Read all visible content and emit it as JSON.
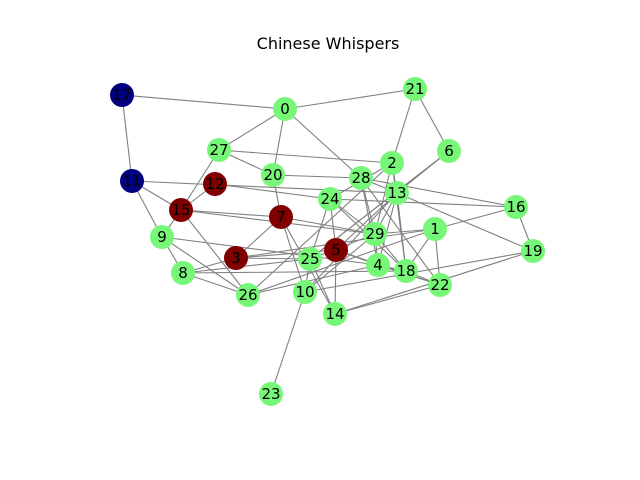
{
  "title": "Chinese Whispers",
  "colors": {
    "green": "#77f777",
    "darkred": "#800000",
    "navy": "#000080",
    "edge": "#808080"
  },
  "nodes": [
    {
      "id": "0",
      "cluster": "green"
    },
    {
      "id": "1",
      "cluster": "green"
    },
    {
      "id": "2",
      "cluster": "green"
    },
    {
      "id": "3",
      "cluster": "darkred"
    },
    {
      "id": "4",
      "cluster": "green"
    },
    {
      "id": "5",
      "cluster": "darkred"
    },
    {
      "id": "6",
      "cluster": "green"
    },
    {
      "id": "7",
      "cluster": "darkred"
    },
    {
      "id": "8",
      "cluster": "green"
    },
    {
      "id": "9",
      "cluster": "green"
    },
    {
      "id": "10",
      "cluster": "green"
    },
    {
      "id": "11",
      "cluster": "navy"
    },
    {
      "id": "12",
      "cluster": "darkred"
    },
    {
      "id": "13",
      "cluster": "green"
    },
    {
      "id": "14",
      "cluster": "green"
    },
    {
      "id": "15",
      "cluster": "darkred"
    },
    {
      "id": "16",
      "cluster": "green"
    },
    {
      "id": "17",
      "cluster": "navy"
    },
    {
      "id": "18",
      "cluster": "green"
    },
    {
      "id": "19",
      "cluster": "green"
    },
    {
      "id": "20",
      "cluster": "green"
    },
    {
      "id": "21",
      "cluster": "green"
    },
    {
      "id": "22",
      "cluster": "green"
    },
    {
      "id": "23",
      "cluster": "green"
    },
    {
      "id": "24",
      "cluster": "green"
    },
    {
      "id": "25",
      "cluster": "green"
    },
    {
      "id": "26",
      "cluster": "green"
    },
    {
      "id": "27",
      "cluster": "green"
    },
    {
      "id": "28",
      "cluster": "green"
    },
    {
      "id": "29",
      "cluster": "green"
    }
  ],
  "edges": [
    [
      "17",
      "0"
    ],
    [
      "17",
      "11"
    ],
    [
      "0",
      "21"
    ],
    [
      "0",
      "27"
    ],
    [
      "0",
      "20"
    ],
    [
      "0",
      "28"
    ],
    [
      "21",
      "2"
    ],
    [
      "21",
      "6"
    ],
    [
      "27",
      "2"
    ],
    [
      "27",
      "20"
    ],
    [
      "27",
      "15"
    ],
    [
      "20",
      "28"
    ],
    [
      "20",
      "7"
    ],
    [
      "12",
      "15"
    ],
    [
      "12",
      "24"
    ],
    [
      "11",
      "9"
    ],
    [
      "11",
      "13"
    ],
    [
      "11",
      "15"
    ],
    [
      "15",
      "9"
    ],
    [
      "15",
      "7"
    ],
    [
      "15",
      "29"
    ],
    [
      "15",
      "26"
    ],
    [
      "9",
      "4"
    ],
    [
      "9",
      "8"
    ],
    [
      "9",
      "26"
    ],
    [
      "7",
      "3"
    ],
    [
      "7",
      "29"
    ],
    [
      "7",
      "10"
    ],
    [
      "7",
      "14"
    ],
    [
      "3",
      "8"
    ],
    [
      "3",
      "5"
    ],
    [
      "3",
      "25"
    ],
    [
      "3",
      "1"
    ],
    [
      "8",
      "26"
    ],
    [
      "8",
      "18"
    ],
    [
      "8",
      "25"
    ],
    [
      "26",
      "4"
    ],
    [
      "26",
      "2"
    ],
    [
      "26",
      "1"
    ],
    [
      "25",
      "24"
    ],
    [
      "25",
      "10"
    ],
    [
      "25",
      "14"
    ],
    [
      "25",
      "29"
    ],
    [
      "25",
      "6"
    ],
    [
      "10",
      "23"
    ],
    [
      "10",
      "13"
    ],
    [
      "10",
      "19"
    ],
    [
      "10",
      "29"
    ],
    [
      "14",
      "5"
    ],
    [
      "14",
      "22"
    ],
    [
      "14",
      "19"
    ],
    [
      "5",
      "13"
    ],
    [
      "5",
      "22"
    ],
    [
      "5",
      "4"
    ],
    [
      "5",
      "24"
    ],
    [
      "24",
      "29"
    ],
    [
      "24",
      "18"
    ],
    [
      "24",
      "2"
    ],
    [
      "28",
      "13"
    ],
    [
      "28",
      "29"
    ],
    [
      "28",
      "4"
    ],
    [
      "28",
      "16"
    ],
    [
      "28",
      "22"
    ],
    [
      "2",
      "29"
    ],
    [
      "2",
      "13"
    ],
    [
      "2",
      "18"
    ],
    [
      "6",
      "13"
    ],
    [
      "6",
      "25"
    ],
    [
      "13",
      "29"
    ],
    [
      "13",
      "4"
    ],
    [
      "13",
      "18"
    ],
    [
      "13",
      "19"
    ],
    [
      "29",
      "1"
    ],
    [
      "29",
      "18"
    ],
    [
      "29",
      "4"
    ],
    [
      "1",
      "16"
    ],
    [
      "1",
      "22"
    ],
    [
      "1",
      "18"
    ],
    [
      "16",
      "19"
    ],
    [
      "16",
      "24"
    ],
    [
      "4",
      "18"
    ],
    [
      "4",
      "22"
    ],
    [
      "18",
      "22"
    ]
  ]
}
